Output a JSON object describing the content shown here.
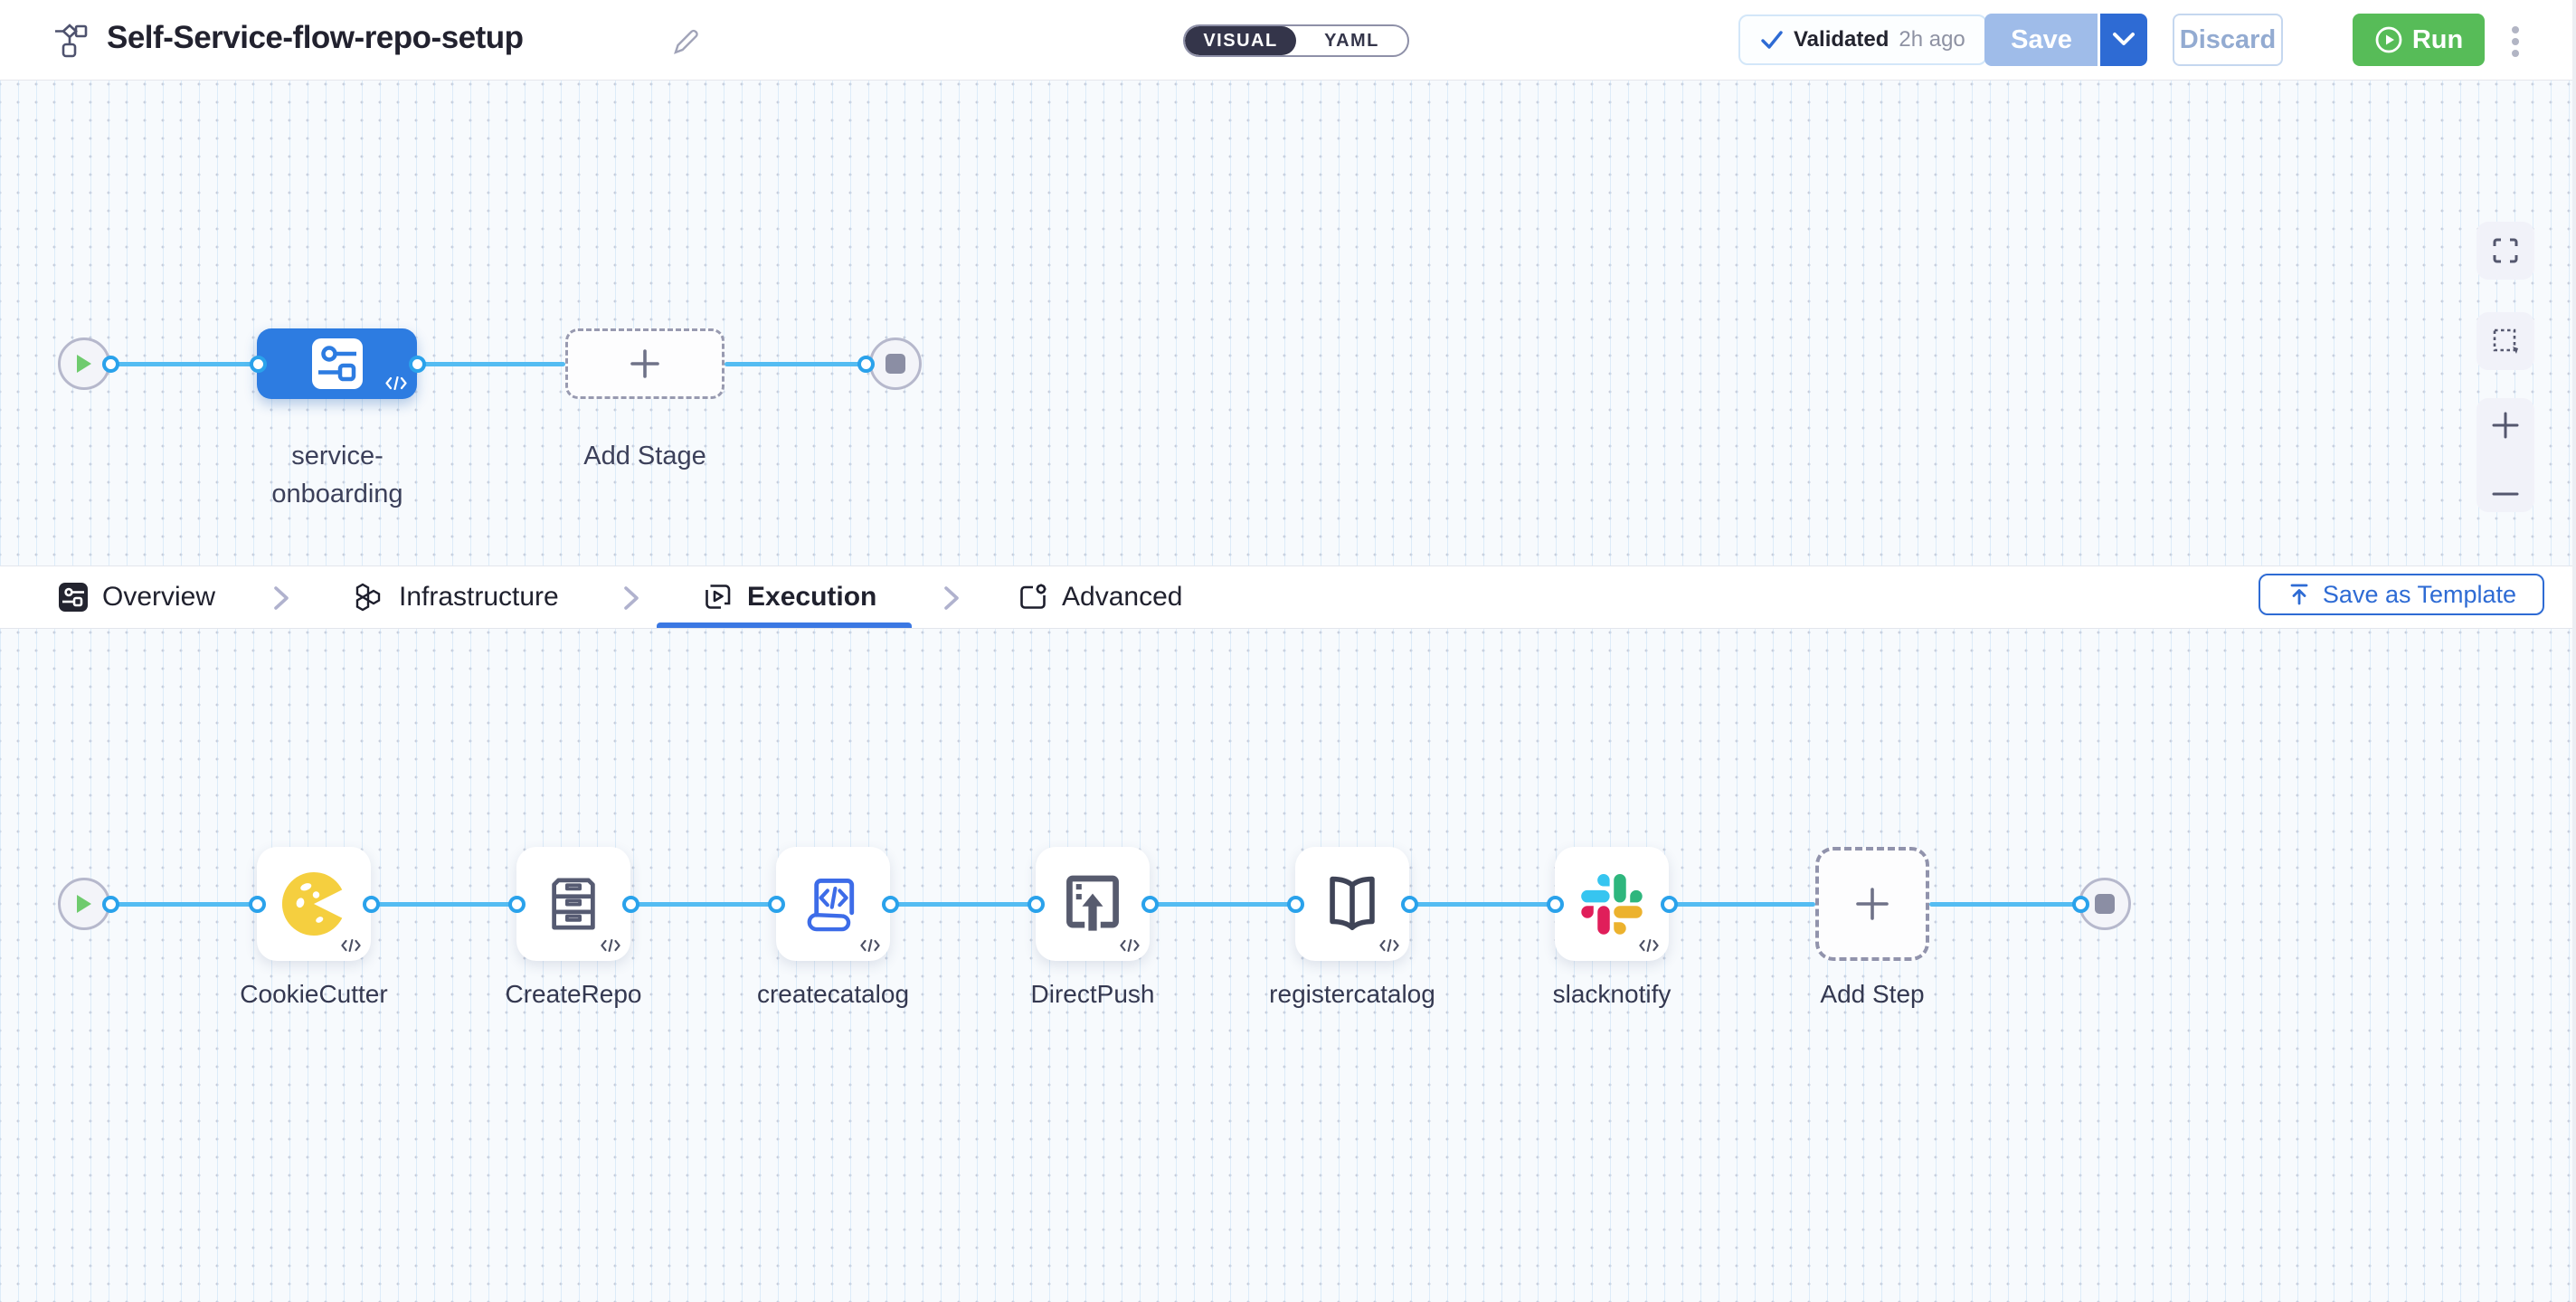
{
  "header": {
    "title": "Self-Service-flow-repo-setup",
    "mode_toggle": {
      "visual": "VISUAL",
      "yaml": "YAML",
      "selected": "VISUAL"
    },
    "validated": {
      "label": "Validated",
      "time": "2h ago"
    },
    "save_label": "Save",
    "discard_label": "Discard",
    "run_label": "Run",
    "icons": {
      "pipeline": "flow-nodes-icon",
      "edit": "pencil-icon",
      "menu": "kebab-menu-icon"
    }
  },
  "stage_canvas": {
    "stage": {
      "label_line1": "service-",
      "label_line2": "onboarding",
      "icon": "custom-stage-icon",
      "color": "#2d7ce1"
    },
    "add_stage_label": "Add Stage",
    "controls": [
      "fullscreen-icon",
      "marquee-select-icon",
      "zoom-in-icon",
      "zoom-out-icon"
    ]
  },
  "tabs": {
    "items": [
      {
        "label": "Overview",
        "icon": "stage-overview-icon",
        "active": false
      },
      {
        "label": "Infrastructure",
        "icon": "hexagons-icon",
        "active": false
      },
      {
        "label": "Execution",
        "icon": "play-square-icon",
        "active": true
      },
      {
        "label": "Advanced",
        "icon": "gear-square-icon",
        "active": false
      }
    ],
    "save_as_template_label": "Save as Template"
  },
  "execution_canvas": {
    "steps": [
      {
        "name": "CookieCutter",
        "icon": "cookiecutter-icon"
      },
      {
        "name": "CreateRepo",
        "icon": "drawer-cabinet-icon"
      },
      {
        "name": "createcatalog",
        "icon": "code-document-icon"
      },
      {
        "name": "DirectPush",
        "icon": "upload-box-icon"
      },
      {
        "name": "registercatalog",
        "icon": "open-book-icon"
      },
      {
        "name": "slacknotify",
        "icon": "slack-icon"
      }
    ],
    "add_step_label": "Add Step"
  },
  "colors": {
    "primary_blue": "#2e6bd4",
    "stage_blue": "#2d7ce1",
    "connector_blue": "#54bcf2",
    "run_green": "#57bc58",
    "save_disabled_blue": "#9fbce9",
    "toggle_dark": "#34354a",
    "slack": [
      "#36C5F0",
      "#2EB67D",
      "#ECB22E",
      "#E01E5A"
    ],
    "cookie_yellow": "#f5cf3f"
  }
}
